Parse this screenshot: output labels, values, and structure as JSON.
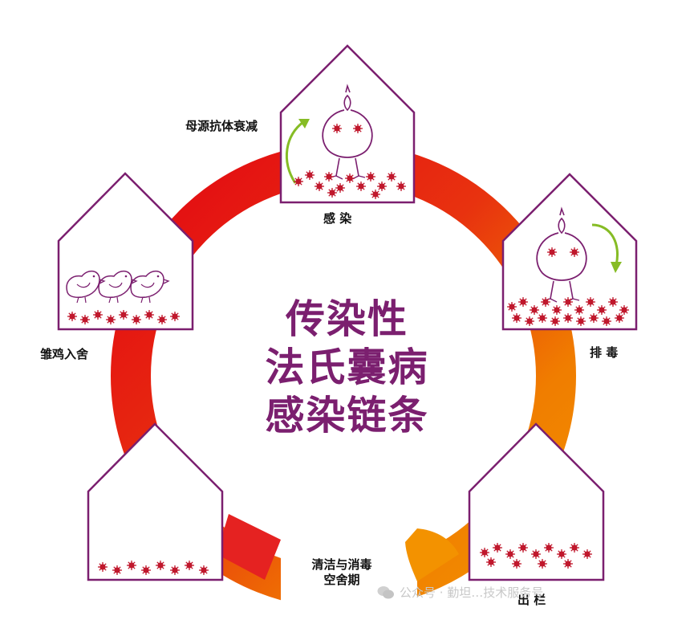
{
  "title_lines": [
    "传染性",
    "法氏囊病",
    "感染链条"
  ],
  "stages": {
    "infection": "感 染",
    "shedding": "排 毒",
    "depopulation": "出 栏",
    "cleaning_line1": "清洁与消毒",
    "cleaning_line2": "空舍期",
    "chick_placement": "雏鸡入舍",
    "maternal_antibody_decline": "母源抗体衰减"
  },
  "watermark": "公众号 · 勤坦…技术服务号",
  "colors": {
    "ring_red": "#e52221",
    "ring_orange": "#f39200",
    "house_outline": "#7b1f6f",
    "virus": "#c0182d",
    "arrow": "#86bc25",
    "title": "#7b1f6f"
  }
}
